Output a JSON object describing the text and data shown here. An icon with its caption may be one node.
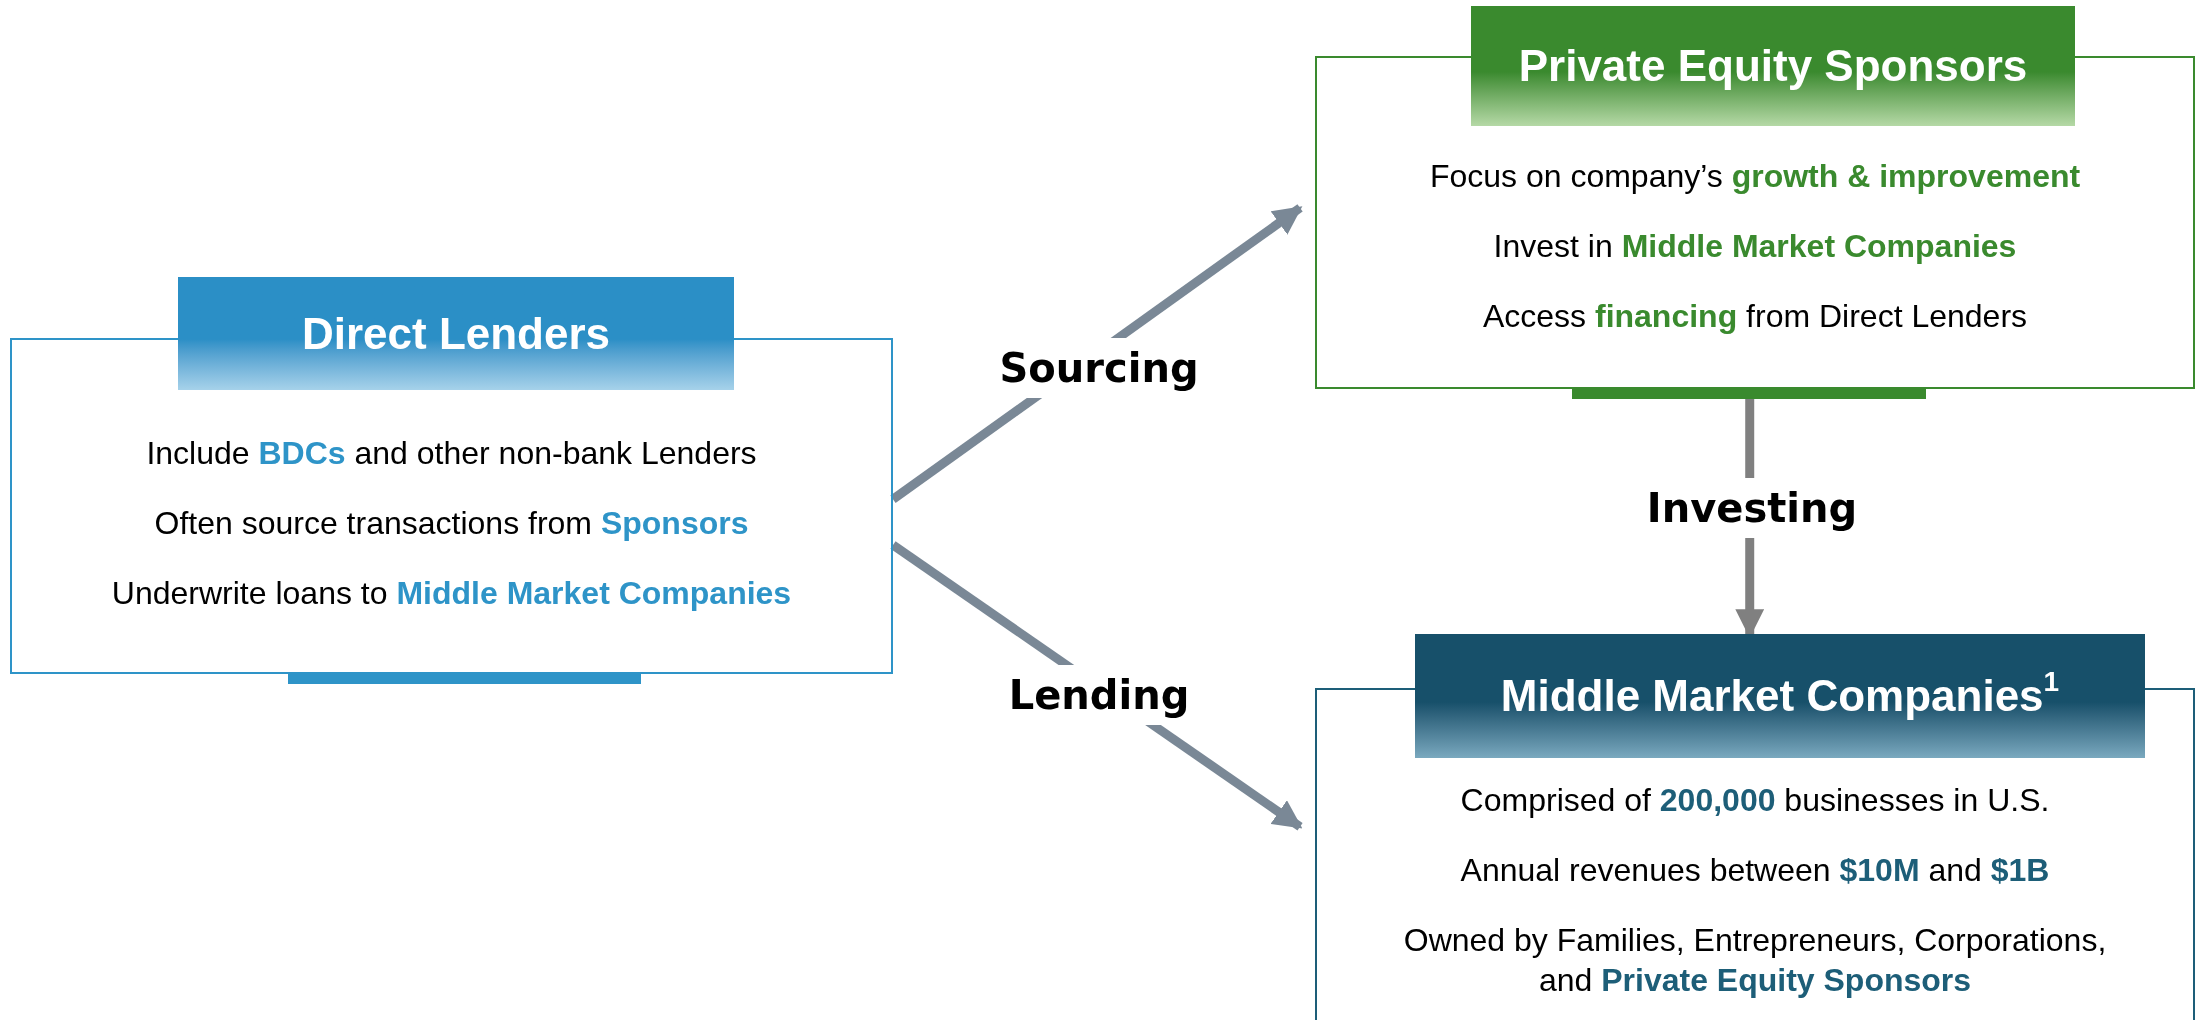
{
  "diagram": {
    "nodes": [
      {
        "text": [
          "Direct Lenders",
          "Include **BDCs** and other non-bank Lenders",
          "Often source transactions from **Sponsors**",
          "Underwrite loans to **Middle Market Companies**"
        ]
      },
      {
        "text": [
          "Private Equity Sponsors",
          "Focus on company’s **growth & improvement**",
          "Invest in **Middle Market Companies**",
          "Access **financing** from Direct Lenders"
        ]
      },
      {
        "text": [
          "Middle Market Companies$^{1}$",
          "Comprised of **200,000** businesses in U.S.",
          "Annual revenues between **$10M** and **$1B**",
          "Owned by Families, Entrepreneurs, Corporations, and **Private Equity Sponsors**"
        ]
      }
    ],
    "edges": [
      {
        "from": 0,
        "to": 1,
        "arrow": "to",
        "label": "Sourcing"
      },
      {
        "from": 0,
        "to": 2,
        "arrow": "to",
        "label": "Lending"
      },
      {
        "from": 1,
        "to": 2,
        "arrow": "to",
        "label": "Investing",
        "color": "#808080"
      }
    ]
  }
}
